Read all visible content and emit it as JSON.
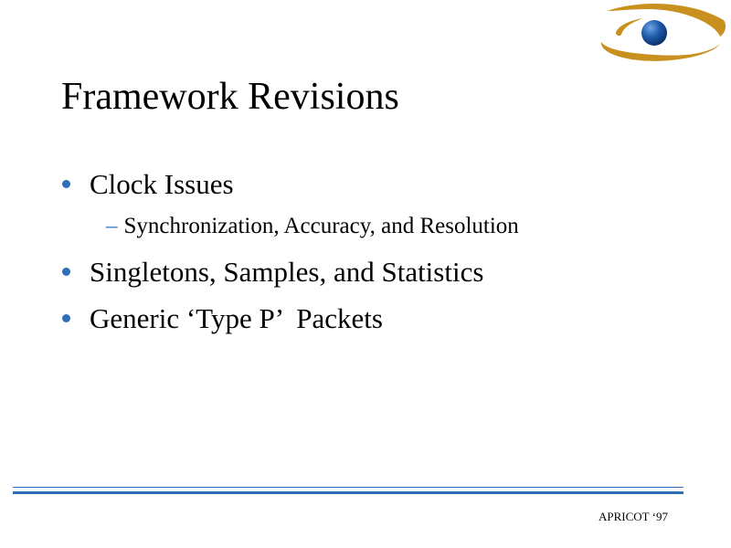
{
  "slide": {
    "title": "Framework Revisions",
    "bullets": [
      {
        "text": "Clock Issues",
        "sub": [
          {
            "dash": "–",
            "text": "Synchronization, Accuracy, and Resolution"
          }
        ]
      },
      {
        "text": "Singletons, Samples, and Statistics"
      },
      {
        "text": "Generic ‘Type P’  Packets"
      }
    ],
    "footer": "APRICOT ‘97"
  },
  "colors": {
    "accent_blue": "#2e6fb7",
    "logo_orange": "#c8901e",
    "logo_ball_blue": "#1e5aa8"
  },
  "icons": {
    "logo": "eye-orbit-logo-icon"
  }
}
